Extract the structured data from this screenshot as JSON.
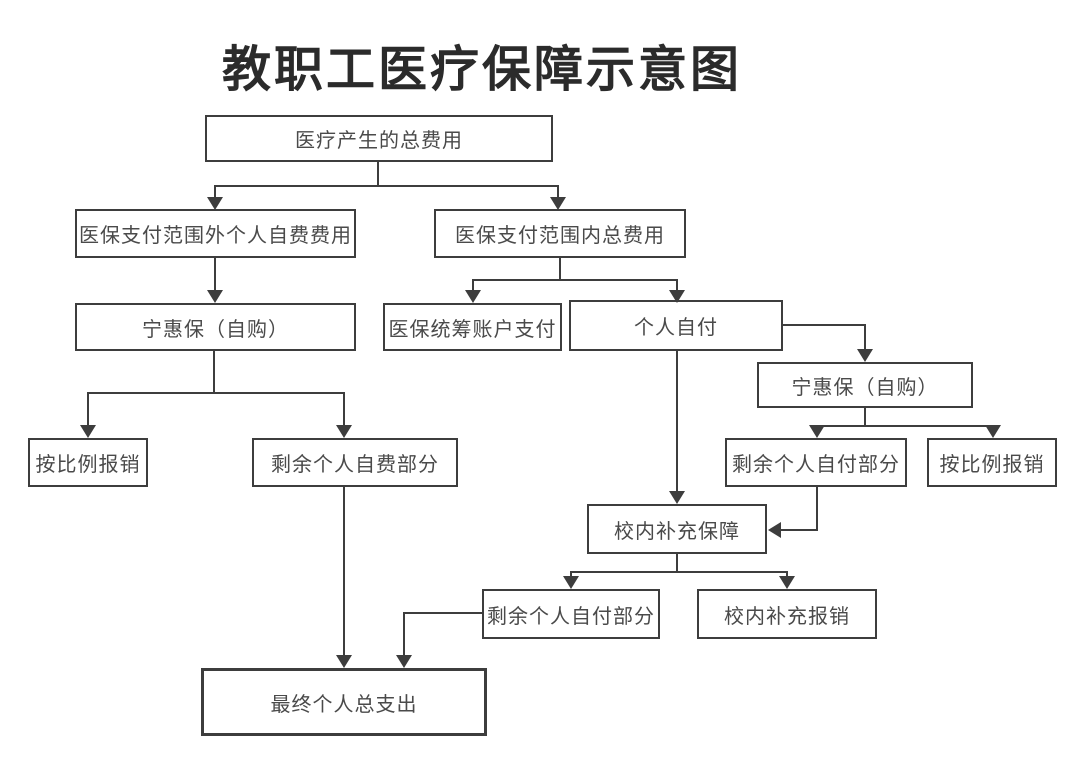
{
  "title": "教职工医疗保障示意图",
  "colors": {
    "line": "#3d3d3d",
    "box_border": "#3d3d3d",
    "box_text": "#4a4a4a",
    "title_text": "#2b2b2b",
    "background": "#ffffff"
  },
  "nodes": {
    "total_cost": "医疗产生的总费用",
    "outside_scope": "医保支付范围外个人自费费用",
    "inside_scope": "医保支付范围内总费用",
    "ninghuibao_left": "宁惠保（自购）",
    "pooled_account": "医保统筹账户支付",
    "self_pay": "个人自付",
    "ninghuibao_right": "宁惠保（自购）",
    "proportional_left": "按比例报销",
    "remaining_self_funded": "剩余个人自费部分",
    "remaining_self_paid_right": "剩余个人自付部分",
    "proportional_right": "按比例报销",
    "campus_supplement": "校内补充保障",
    "remaining_self_paid_bottom": "剩余个人自付部分",
    "campus_reimbursement": "校内补充报销",
    "final_total": "最终个人总支出"
  }
}
